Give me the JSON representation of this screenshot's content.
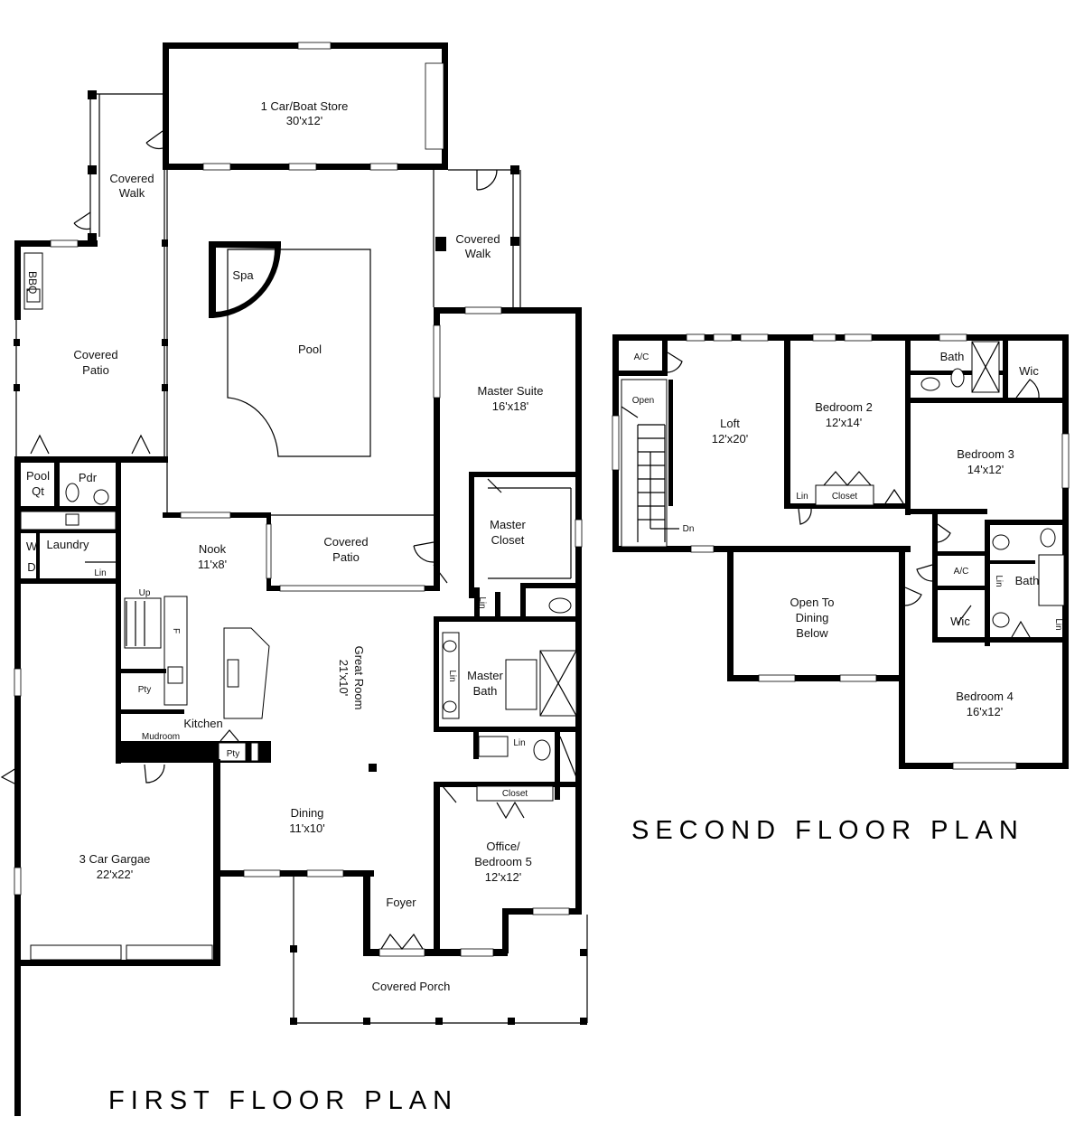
{
  "titles": {
    "first_floor": "FIRST FLOOR PLAN",
    "second_floor": "SECOND FLOOR PLAN"
  },
  "first_floor": {
    "boat_store": {
      "name": "1 Car/Boat Store",
      "dim": "30'x12'"
    },
    "covered_walk_left": {
      "line1": "Covered",
      "line2": "Walk"
    },
    "covered_walk_right": {
      "line1": "Covered",
      "line2": "Walk"
    },
    "bbq": "BBQ",
    "spa": "Spa",
    "pool": "Pool",
    "covered_patio_left": {
      "line1": "Covered",
      "line2": "Patio"
    },
    "master_suite": {
      "name": "Master Suite",
      "dim": "16'x18'"
    },
    "pool_qt": {
      "line1": "Pool",
      "line2": "Qt"
    },
    "pdr": "Pdr",
    "laundry": "Laundry",
    "washer": "W",
    "dryer": "D",
    "lin_laundry": "Lin",
    "nook": {
      "name": "Nook",
      "dim": "11'x8'"
    },
    "covered_patio_center": {
      "line1": "Covered",
      "line2": "Patio"
    },
    "master_closet": {
      "line1": "Master",
      "line2": "Closet"
    },
    "up": "Up",
    "fridge": "F",
    "great_room": {
      "name": "Great Room",
      "dim": "21'x10'"
    },
    "lin_master_1": "Lin",
    "lin_master_2": "Lin",
    "master_bath": {
      "line1": "Master",
      "line2": "Bath"
    },
    "pty_small": "Pty",
    "kitchen": "Kitchen",
    "mudroom": "Mudroom",
    "pty_counter": "Pty",
    "lin_bath": "Lin",
    "closet_office": "Closet",
    "garage": {
      "name": "3 Car Gargae",
      "dim": "22'x22'"
    },
    "dining": {
      "name": "Dining",
      "dim": "11'x10'"
    },
    "office": {
      "line1": "Office/",
      "line2": "Bedroom 5",
      "dim": "12'x12'"
    },
    "foyer": "Foyer",
    "covered_porch": "Covered Porch"
  },
  "second_floor": {
    "ac_1": "A/C",
    "open": "Open",
    "loft": {
      "name": "Loft",
      "dim": "12'x20'"
    },
    "dn": "Dn",
    "bedroom2": {
      "name": "Bedroom 2",
      "dim": "12'x14'"
    },
    "bath_1": "Bath",
    "wic_1": "Wic",
    "bedroom3": {
      "name": "Bedroom 3",
      "dim": "14'x12'"
    },
    "lin_1": "Lin",
    "closet": "Closet",
    "open_to_dining": {
      "line1": "Open To",
      "line2": "Dining",
      "line3": "Below"
    },
    "ac_2": "A/C",
    "lin_2": "Lin",
    "bath_2": "Bath",
    "wic_2": "Wic",
    "lin_3": "Lin",
    "bedroom4": {
      "name": "Bedroom 4",
      "dim": "16'x12'"
    }
  }
}
